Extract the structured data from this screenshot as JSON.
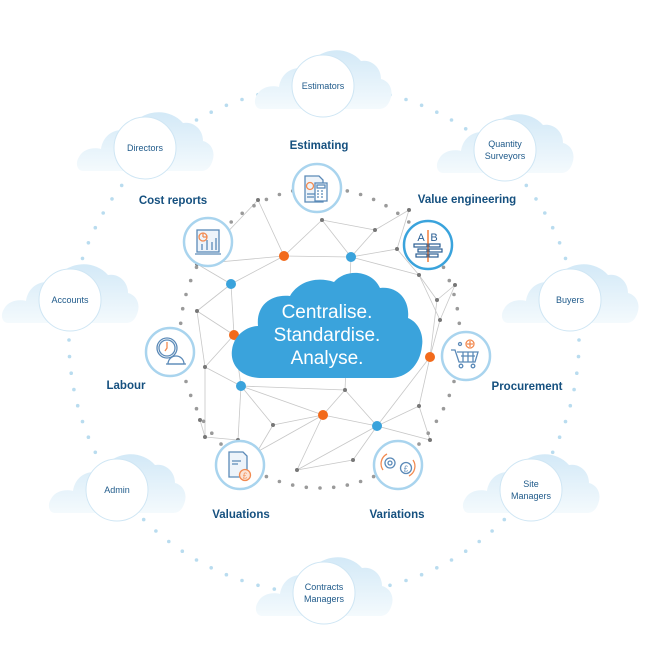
{
  "hero": {
    "lines": [
      "Centralise.",
      "Standardise.",
      "Analyse."
    ]
  },
  "roles": [
    {
      "id": "estimators",
      "lines": [
        "Estimators"
      ]
    },
    {
      "id": "quantity-surveyors",
      "lines": [
        "Quantity",
        "Surveyors"
      ]
    },
    {
      "id": "buyers",
      "lines": [
        "Buyers"
      ]
    },
    {
      "id": "site-managers",
      "lines": [
        "Site",
        "Managers"
      ]
    },
    {
      "id": "contracts-managers",
      "lines": [
        "Contracts",
        "Managers"
      ]
    },
    {
      "id": "admin",
      "lines": [
        "Admin"
      ]
    },
    {
      "id": "accounts",
      "lines": [
        "Accounts"
      ]
    },
    {
      "id": "directors",
      "lines": [
        "Directors"
      ]
    }
  ],
  "capabilities": [
    {
      "id": "estimating",
      "label": "Estimating",
      "icon": "calculator-document-icon"
    },
    {
      "id": "value-engineering",
      "label": "Value engineering",
      "icon": "ab-comparison-icon"
    },
    {
      "id": "procurement",
      "label": "Procurement",
      "icon": "shopping-cart-icon"
    },
    {
      "id": "variations",
      "label": "Variations",
      "icon": "gear-currency-cycle-icon"
    },
    {
      "id": "valuations",
      "label": "Valuations",
      "icon": "document-currency-icon"
    },
    {
      "id": "labour",
      "label": "Labour",
      "icon": "clock-hardhat-icon"
    },
    {
      "id": "cost-reports",
      "label": "Cost reports",
      "icon": "laptop-chart-icon"
    }
  ],
  "colors": {
    "primary_blue": "#3aa3dc",
    "dark_blue": "#15507f",
    "accent_orange": "#f26a1b",
    "icon_ring": "#a9d4ee",
    "cloud_light": "#dbeef9"
  }
}
